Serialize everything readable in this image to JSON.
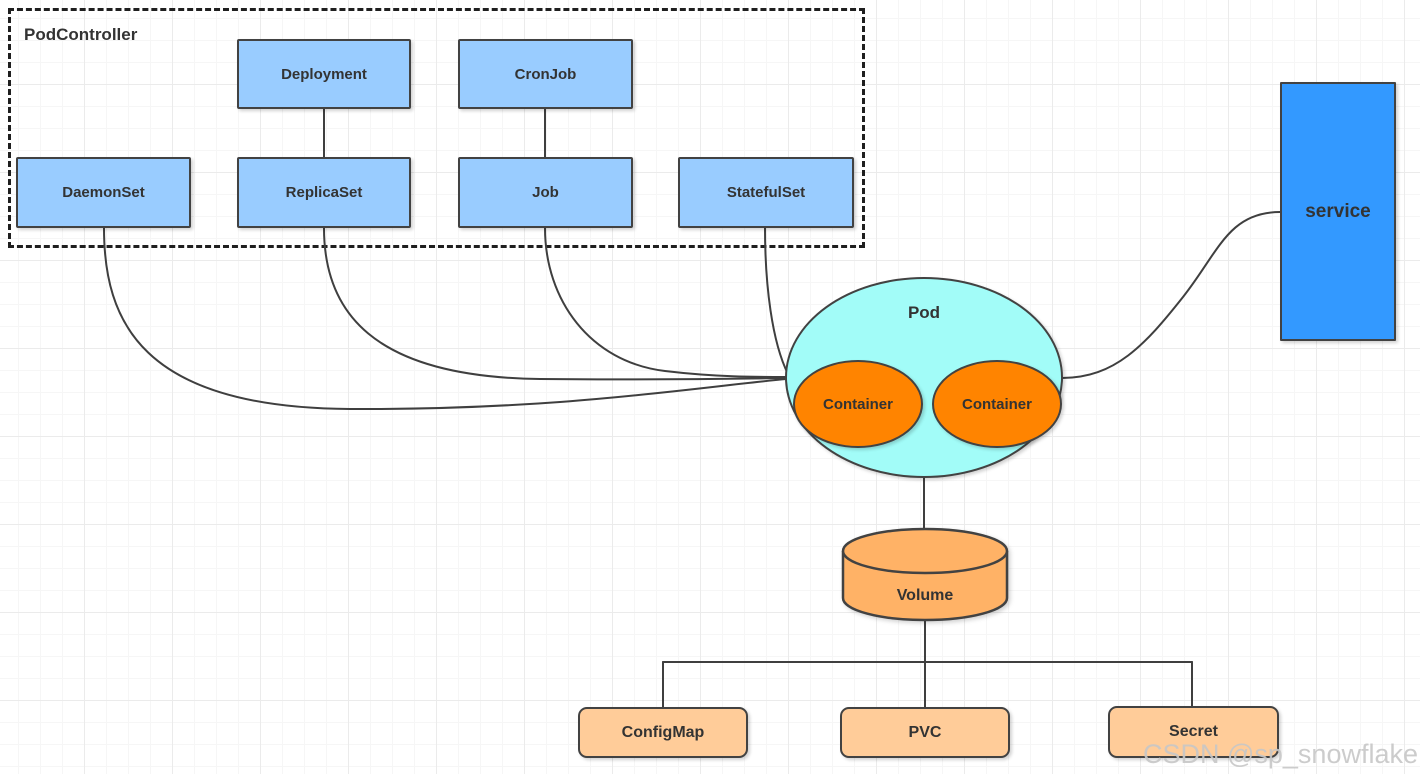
{
  "diagram": {
    "title_area": {
      "group_label": "PodController"
    },
    "pod_controller": {
      "deployment": "Deployment",
      "cronjob": "CronJob",
      "daemonset": "DaemonSet",
      "replicaset": "ReplicaSet",
      "job": "Job",
      "statefulset": "StatefulSet"
    },
    "pod": {
      "label": "Pod",
      "containers": [
        "Container",
        "Container"
      ]
    },
    "service": {
      "label": "service"
    },
    "volume": {
      "label": "Volume"
    },
    "storage": {
      "configmap": "ConfigMap",
      "pvc": "PVC",
      "secret": "Secret"
    },
    "watermark": "CSDN @sp_snowflake",
    "colors": {
      "controller_box_fill": "#99CCFF",
      "service_fill": "#3399FF",
      "pod_fill": "#A2FCF8",
      "container_fill": "#FF8400",
      "volume_fill": "#FFB266",
      "storage_fill": "#FFCC99",
      "shape_border": "#424242",
      "group_border_dashed": "#1F1F1F",
      "connector": "#3F3F3F",
      "label_text": "#333333",
      "watermark_text": "#C7C7C7"
    },
    "edges": [
      "Deployment-ReplicaSet",
      "CronJob-Job",
      "DaemonSet-Pod",
      "ReplicaSet-Pod",
      "Job-Pod",
      "StatefulSet-Pod",
      "Pod-service",
      "Pod-Volume",
      "Volume-ConfigMap",
      "Volume-PVC",
      "Volume-Secret"
    ]
  }
}
